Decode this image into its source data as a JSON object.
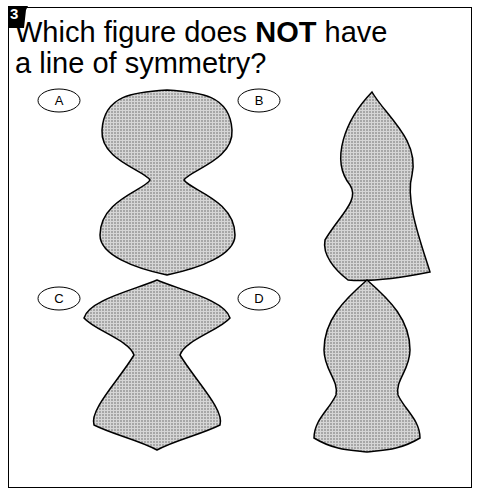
{
  "diagram": {
    "nodes": [
      {
        "text": [
          "A"
        ]
      },
      {
        "text": [
          "B"
        ]
      },
      {
        "text": [
          "C"
        ]
      },
      {
        "text": [
          "D"
        ]
      }
    ],
    "labels": [
      "3",
      "Which figure does",
      "NOT",
      "have a line of symmetry?"
    ]
  }
}
